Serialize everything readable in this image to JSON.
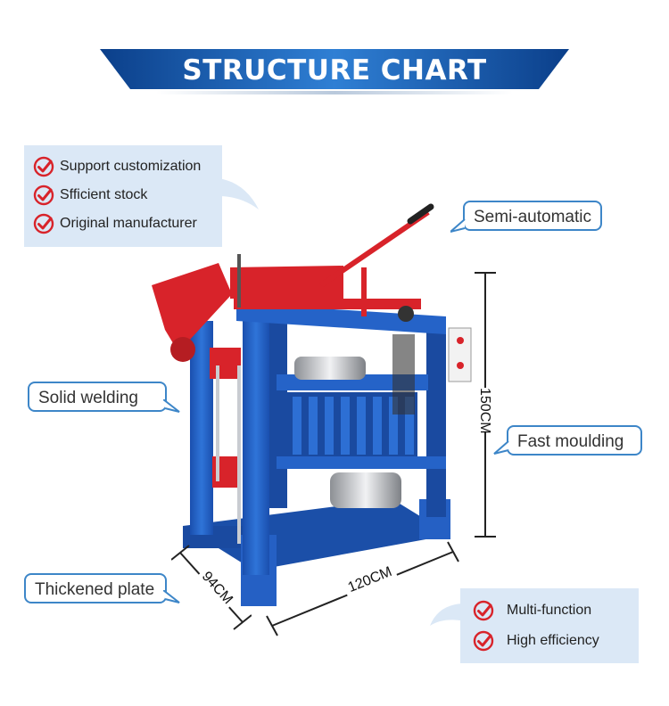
{
  "title": "STRUCTURE CHART",
  "colors": {
    "banner_dark": "#0b3f8a",
    "banner_light": "#2f7fd4",
    "frame_blue": "#1f5fc4",
    "accent_red": "#d8232a",
    "tag_border": "#3d86c8",
    "panel_bg": "#dbe8f6"
  },
  "top_features": [
    {
      "label": "Support customization",
      "icon": "check-circle-icon"
    },
    {
      "label": "Sfficient stock",
      "icon": "check-circle-icon"
    },
    {
      "label": "Original manufacturer",
      "icon": "check-circle-icon"
    }
  ],
  "bottom_features": [
    {
      "label": "Multi-function",
      "icon": "check-circle-icon"
    },
    {
      "label": "High efficiency",
      "icon": "check-circle-icon"
    }
  ],
  "callouts": {
    "semi_automatic": "Semi-automatic",
    "solid_welding": "Solid welding",
    "fast_moulding": "Fast moulding",
    "thickened_plate": "Thickened plate"
  },
  "dimensions": {
    "height": "150CM",
    "length": "120CM",
    "width": "94CM"
  }
}
